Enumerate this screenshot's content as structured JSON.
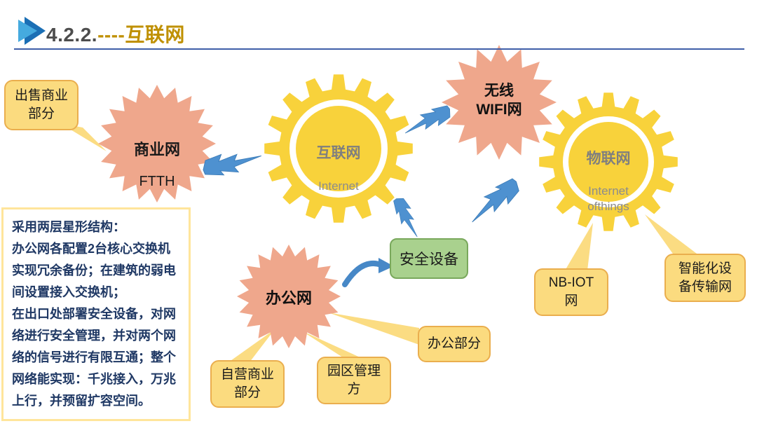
{
  "header": {
    "section_number": "4.2.2.",
    "separator": "----",
    "title": "互联网"
  },
  "note_panel": {
    "paragraphs": [
      "采用两层星形结构：",
      "办公网各配置2台核心交换机实现冗余备份；在建筑的弱电间设置接入交换机；",
      "在出口处部署安全设备，对网络进行安全管理，并对两个网络的信号进行有限互通；整个网络能实现：千兆接入，万兆上行，并预留扩容空间。"
    ]
  },
  "nodes": {
    "internet_gear": {
      "label": "互联网",
      "sublabel": "Internet"
    },
    "iot_gear": {
      "label": "物联网",
      "sublabel": "Internet\nofthings"
    },
    "business_network": {
      "label": "商业网",
      "sublabel": "FTTH"
    },
    "wireless_wifi": {
      "label": "无线\nWIFI网"
    },
    "office_network": {
      "label": "办公网"
    },
    "security_device": {
      "label": "安全设备"
    }
  },
  "callouts": {
    "sale_business": {
      "label": "出售商业\n部分"
    },
    "self_business": {
      "label": "自营商业\n部分"
    },
    "park_management": {
      "label": "园区管理\n方"
    },
    "office_part": {
      "label": "办公部分"
    },
    "nb_iot": {
      "label": "NB-IOT\n网"
    },
    "smart_device": {
      "label": "智能化设\n备传输网"
    }
  },
  "colors": {
    "gear_yellow": "#f8d23b",
    "burst_salmon": "#efa78c",
    "callout_yellow": "#fbdb7f",
    "callout_border": "#eaae4e",
    "security_green": "#a9d18e",
    "bolt_blue": "#4e91d0",
    "title_gold": "#bf9000",
    "note_text_blue": "#1f3864",
    "header_line_blue": "#3f5ea8"
  }
}
